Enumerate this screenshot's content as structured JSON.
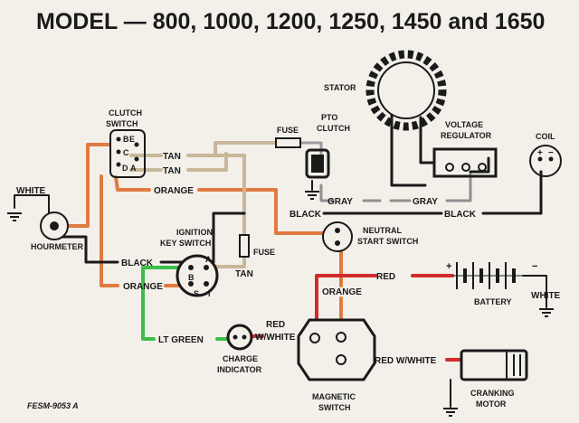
{
  "title": "MODEL — 800, 1000, 1200, 1250, 1450 and 1650",
  "components": {
    "stator": "STATOR",
    "clutch_switch": [
      "CLUTCH",
      "SWITCH"
    ],
    "fuse_top": "FUSE",
    "pto_clutch": [
      "PTO",
      "CLUTCH"
    ],
    "voltage_regulator": [
      "VOLTAGE",
      "REGULATOR"
    ],
    "coil": "COIL",
    "hourmeter": "HOURMETER",
    "ignition_key_switch": [
      "IGNITION",
      "KEY SWITCH"
    ],
    "fuse_mid": "FUSE",
    "neutral_start_switch": [
      "NEUTRAL",
      "START SWITCH"
    ],
    "battery": "BATTERY",
    "charge_indicator": [
      "CHARGE",
      "INDICATOR"
    ],
    "magnetic_switch": [
      "MAGNETIC",
      "SWITCH"
    ],
    "cranking_motor": [
      "CRANKING",
      "MOTOR"
    ]
  },
  "wire_labels": {
    "tan_1": "TAN",
    "tan_2": "TAN",
    "orange_top": "ORANGE",
    "white_left": "WHITE",
    "gray_left": "GRAY",
    "gray_right": "GRAY",
    "black_mid": "BLACK",
    "black_right": "BLACK",
    "black_left": "BLACK",
    "tan_fuse": "TAN",
    "orange_left": "ORANGE",
    "red_battery": "RED",
    "orange_mag": "ORANGE",
    "white_battery": "WHITE",
    "lt_green": "LT GREEN",
    "red_white_1": [
      "RED",
      "W/WHITE"
    ],
    "red_white_2": "RED W/WHITE"
  },
  "terminal_labels": {
    "clutch_b": "B",
    "clutch_e": "E",
    "clutch_c": "C",
    "clutch_d": "D",
    "clutch_a": "A",
    "ign_a": "A",
    "ign_b": "B",
    "ign_s": "S",
    "ign_i": "I",
    "batt_plus": "+",
    "batt_minus": "−",
    "coil_plus": "+",
    "coil_minus": "−"
  },
  "part_number": "FESM-9053 A",
  "colors": {
    "background": "#f3f0ea",
    "black_wire": "#1a1a1a",
    "orange_wire": "#e07a40",
    "red_wire": "#d42a2a",
    "green_wire": "#3bbf4a",
    "gray_wire": "#8f8f8f",
    "tan_wire": "#c9b79a"
  }
}
